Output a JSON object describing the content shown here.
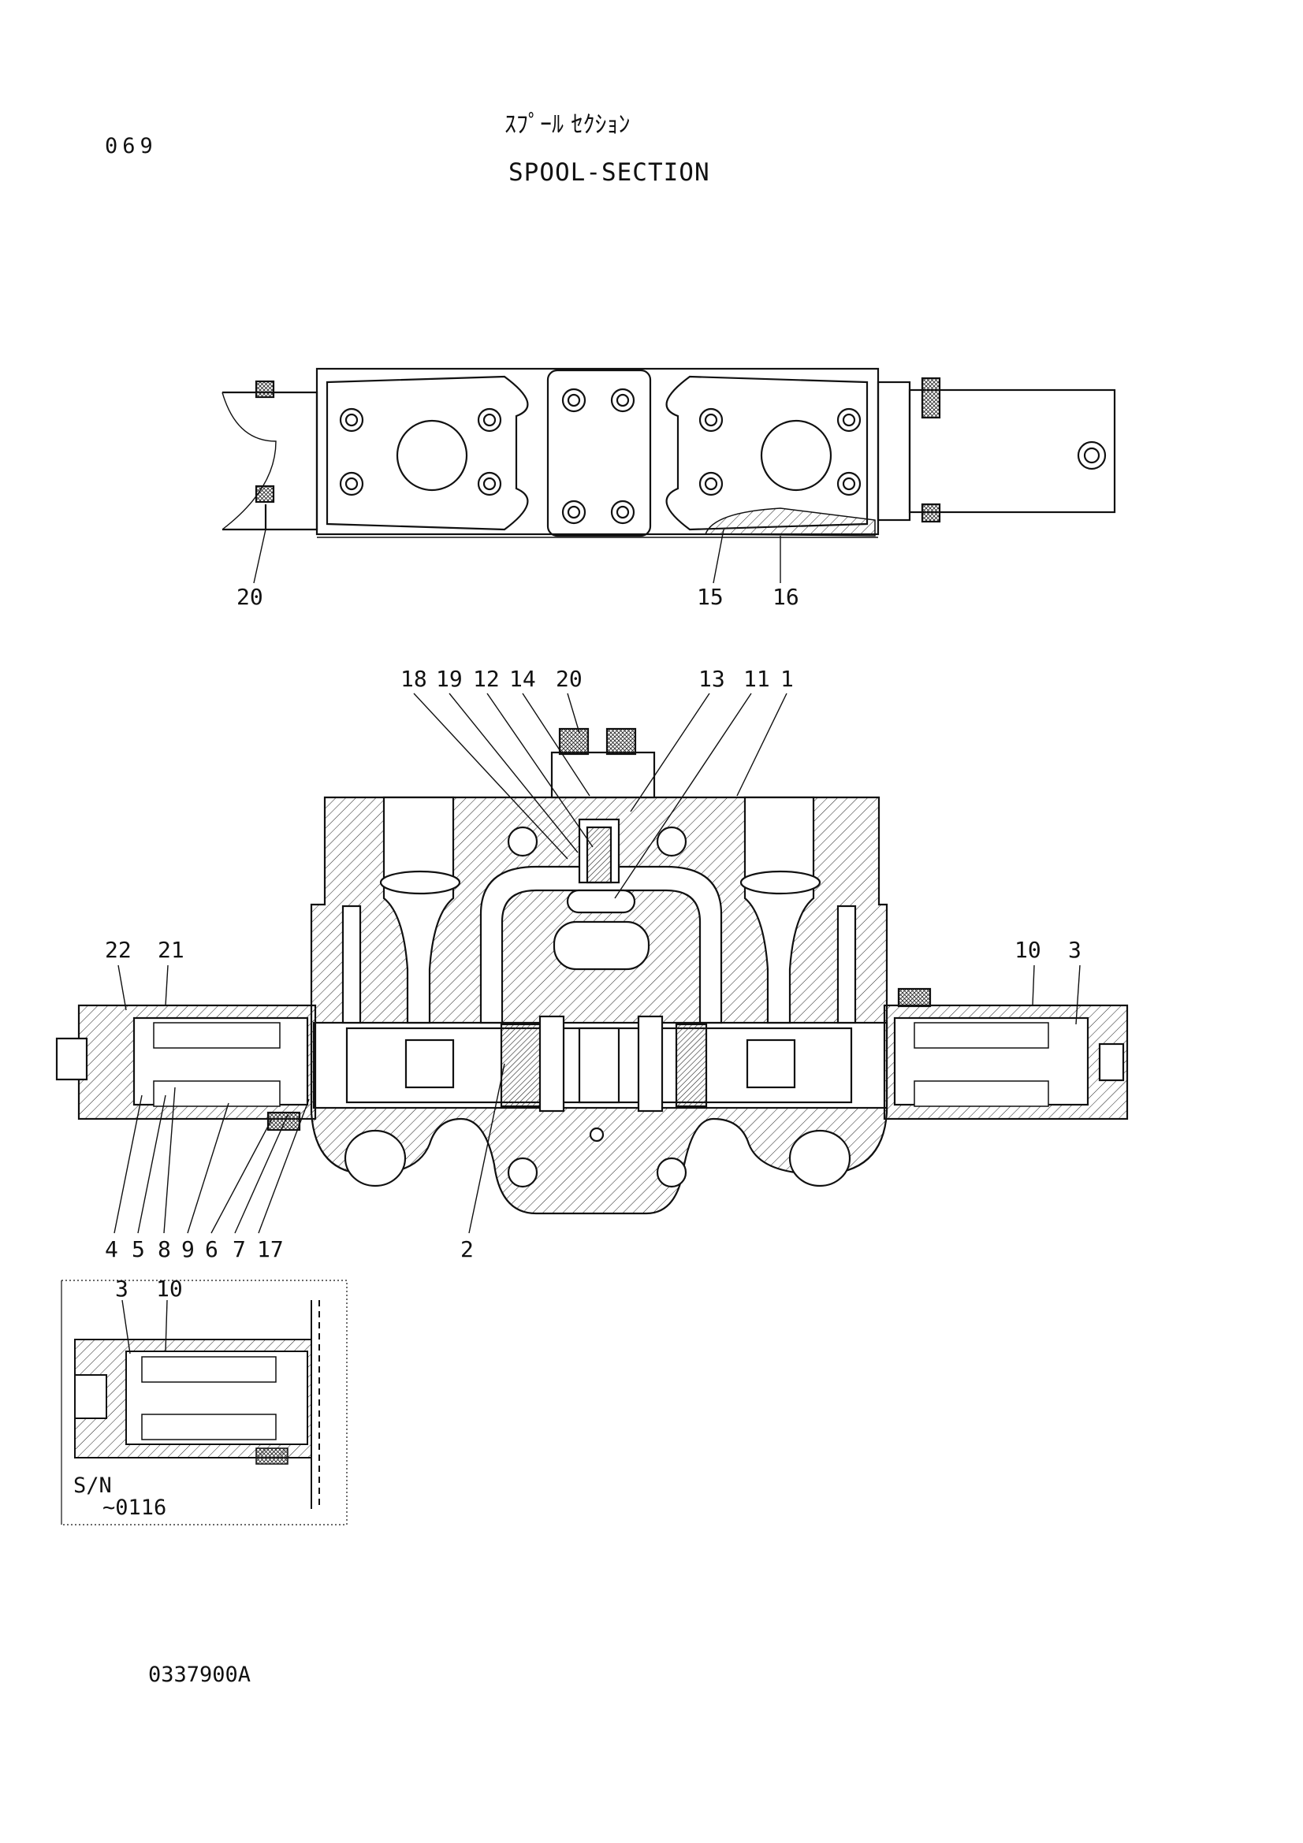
{
  "header": {
    "page_number": "069",
    "title_jp": "ｽﾌﾟｰﾙ ｾｸｼｮﾝ",
    "title_en": "SPOOL-SECTION"
  },
  "footer": {
    "drawing_code": "0337900A"
  },
  "top_view": {
    "callouts": [
      "20",
      "15",
      "16"
    ]
  },
  "section_view": {
    "callouts_top": [
      "18",
      "19",
      "12",
      "14",
      "20",
      "13",
      "11",
      "1"
    ],
    "callouts_left": [
      "22",
      "21"
    ],
    "callouts_right": [
      "10",
      "3"
    ],
    "callouts_bottom": [
      "4",
      "5",
      "8",
      "9",
      "6",
      "7",
      "17"
    ],
    "callout_spool": "2"
  },
  "inset": {
    "callouts": [
      "3",
      "10"
    ],
    "serial_label": "S/N",
    "serial_range": "~0116"
  }
}
